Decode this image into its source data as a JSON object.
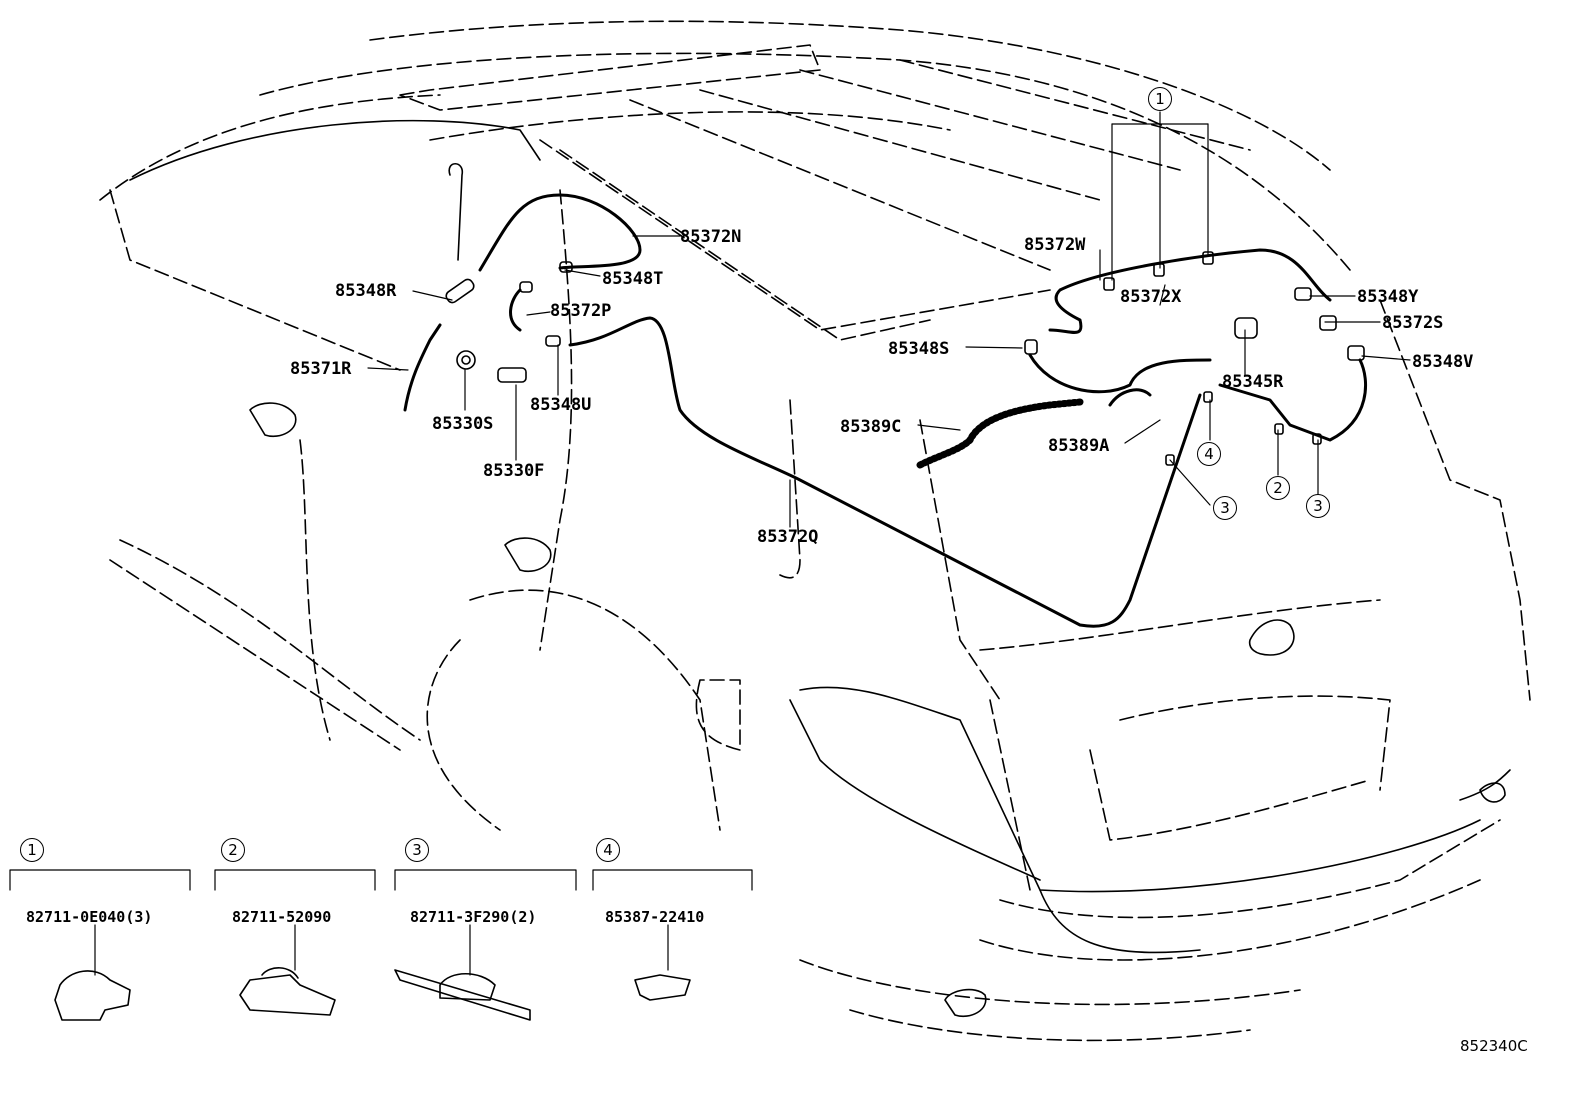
{
  "diagram": {
    "part_labels": [
      "85372N",
      "85348T",
      "85348R",
      "85372P",
      "85371R",
      "85348U",
      "85330S",
      "85330F",
      "85372Q",
      "85372W",
      "85372X",
      "85348Y",
      "85372S",
      "85348V",
      "85348S",
      "85345R",
      "85389C",
      "85389A"
    ],
    "callouts": [
      "1",
      "2",
      "3",
      "4",
      "3"
    ],
    "details": [
      {
        "ref": "1",
        "part_number": "82711-0E040(3)"
      },
      {
        "ref": "2",
        "part_number": "82711-52090"
      },
      {
        "ref": "3",
        "part_number": "82711-3F290(2)"
      },
      {
        "ref": "4",
        "part_number": "85387-22410"
      }
    ],
    "figure_code": "852340C"
  }
}
